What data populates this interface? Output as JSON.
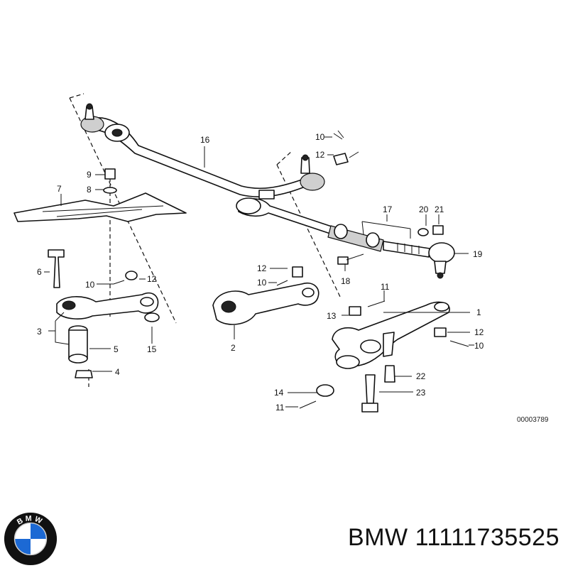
{
  "diagram": {
    "reference_code": "00003789",
    "callouts": [
      "1",
      "2",
      "3",
      "4",
      "5",
      "6",
      "7",
      "8",
      "9",
      "10",
      "10",
      "10",
      "10",
      "11",
      "11",
      "12",
      "12",
      "12",
      "12",
      "13",
      "14",
      "15",
      "16",
      "17",
      "18",
      "19",
      "20",
      "21",
      "22",
      "23"
    ]
  },
  "logo": {
    "text": "BMW",
    "colors": {
      "blue": "#1c69d4",
      "black": "#111111",
      "white": "#ffffff"
    }
  },
  "label": {
    "brand": "BMW",
    "part_number": "11111735525"
  }
}
